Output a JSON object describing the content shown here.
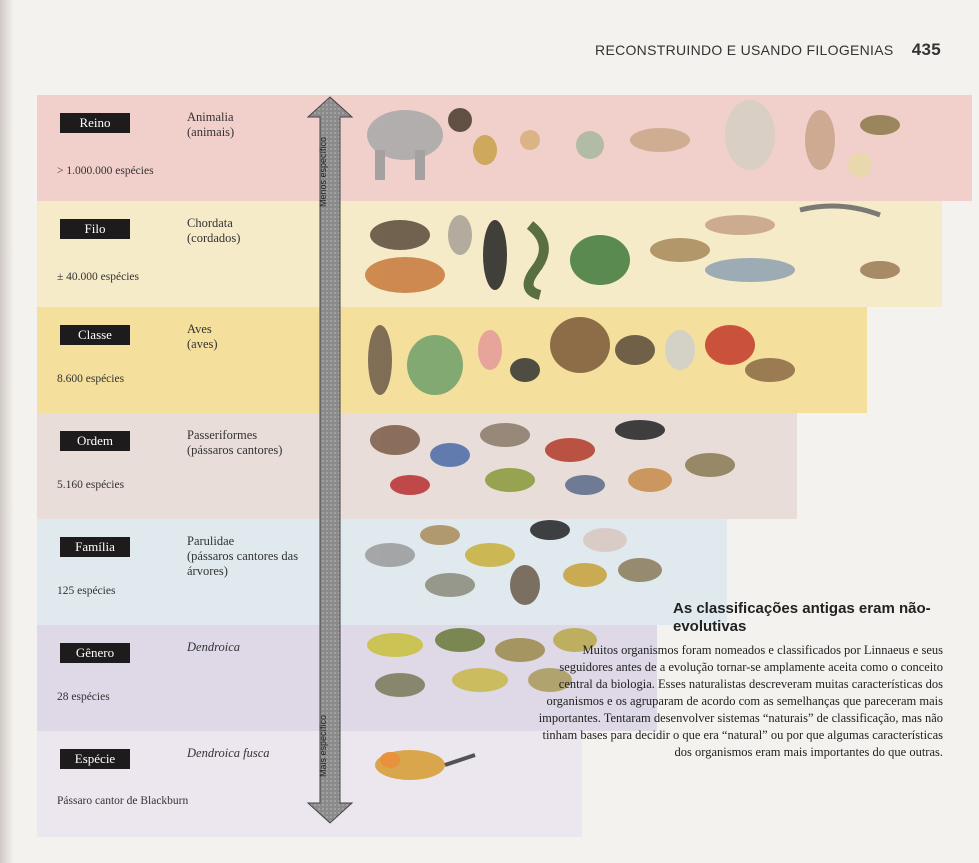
{
  "header": {
    "title": "RECONSTRUINDO E USANDO FILOGENIAS",
    "page": "435"
  },
  "ranks": [
    {
      "rank": "Reino",
      "taxon": "Animalia",
      "common": "(animais)",
      "count": "> 1.000.000 espécies",
      "color": "#f1cfcb"
    },
    {
      "rank": "Filo",
      "taxon": "Chordata",
      "common": "(cordados)",
      "count": "± 40.000 espécies",
      "color": "#f6ebc8"
    },
    {
      "rank": "Classe",
      "taxon": "Aves",
      "common": "(aves)",
      "count": "8.600 espécies",
      "color": "#f4df9c"
    },
    {
      "rank": "Ordem",
      "taxon": "Passeriformes",
      "common": "(pássaros cantores)",
      "count": "5.160 espécies",
      "color": "#e8ddd8"
    },
    {
      "rank": "Família",
      "taxon": "Parulidae",
      "common": "(pássaros cantores das árvores)",
      "count": "125 espécies",
      "color": "#dfe9ee"
    },
    {
      "rank": "Gênero",
      "taxon": "Dendroica",
      "common": "",
      "count": "28 espécies",
      "color": "#ded8e7"
    },
    {
      "rank": "Espécie",
      "taxon": "Dendroica fusca",
      "common": "",
      "count": "Pássaro cantor de Blackburn",
      "color": "#ece6ef"
    }
  ],
  "arrow": {
    "top_label": "Menos específico",
    "bottom_label": "Mais específico"
  },
  "essay": {
    "heading": "As classificações antigas eram não-evolutivas",
    "body": "Muitos organismos foram nomeados e classificados por Linnaeus e seus seguidores antes de a evolução tornar-se amplamente aceita como o conceito central da biologia. Esses naturalistas descreveram muitas características dos organismos e os agruparam de acordo com as semelhanças que pareceram mais importantes. Tentaram desenvolver sistemas “naturais” de classificação, mas não tinham bases para decidir o que era “natural” ou por que algumas características dos organismos eram mais importantes do que outras."
  }
}
